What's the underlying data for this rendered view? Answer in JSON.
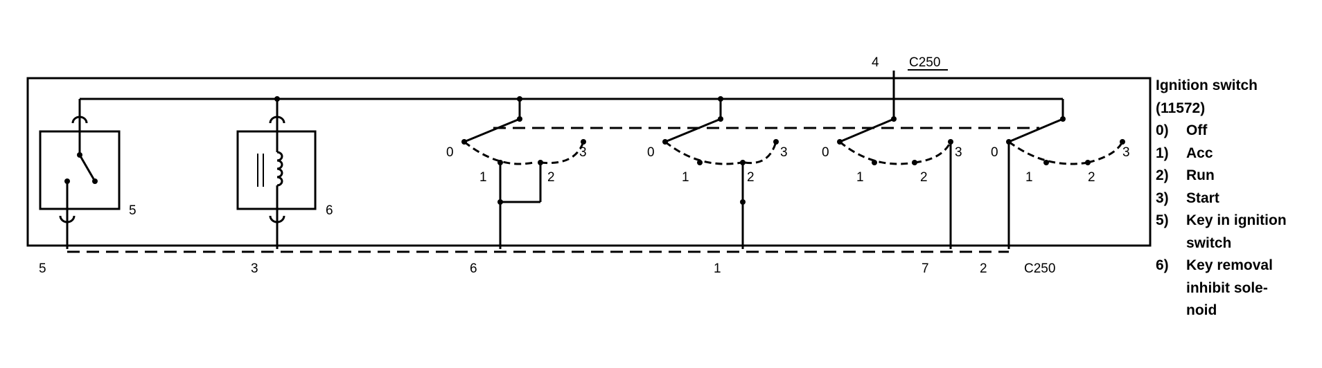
{
  "connector_top": {
    "pin": "4",
    "name": "C250"
  },
  "connector_bottom": {
    "name": "C250",
    "pins": [
      "5",
      "3",
      "6",
      "1",
      "7",
      "2"
    ]
  },
  "components": {
    "key_switch_number": "5",
    "solenoid_number": "6"
  },
  "switch_groups": [
    {
      "positions": [
        "0",
        "1",
        "2",
        "3"
      ]
    },
    {
      "positions": [
        "0",
        "1",
        "2",
        "3"
      ]
    },
    {
      "positions": [
        "0",
        "1",
        "2",
        "3"
      ]
    },
    {
      "positions": [
        "0",
        "1",
        "2",
        "3"
      ]
    }
  ],
  "legend": {
    "title": "Ignition switch",
    "part_number": "(11572)",
    "items": [
      {
        "key": "0)",
        "text": "Off"
      },
      {
        "key": "1)",
        "text": "Acc"
      },
      {
        "key": "2)",
        "text": "Run"
      },
      {
        "key": "3)",
        "text": "Start"
      },
      {
        "key": "5)",
        "text": "Key in ignition switch"
      },
      {
        "key": "6)",
        "text": "Key removal inhibit sole-noid"
      }
    ]
  },
  "colors": {
    "ink": "#000000",
    "background": "#ffffff"
  }
}
